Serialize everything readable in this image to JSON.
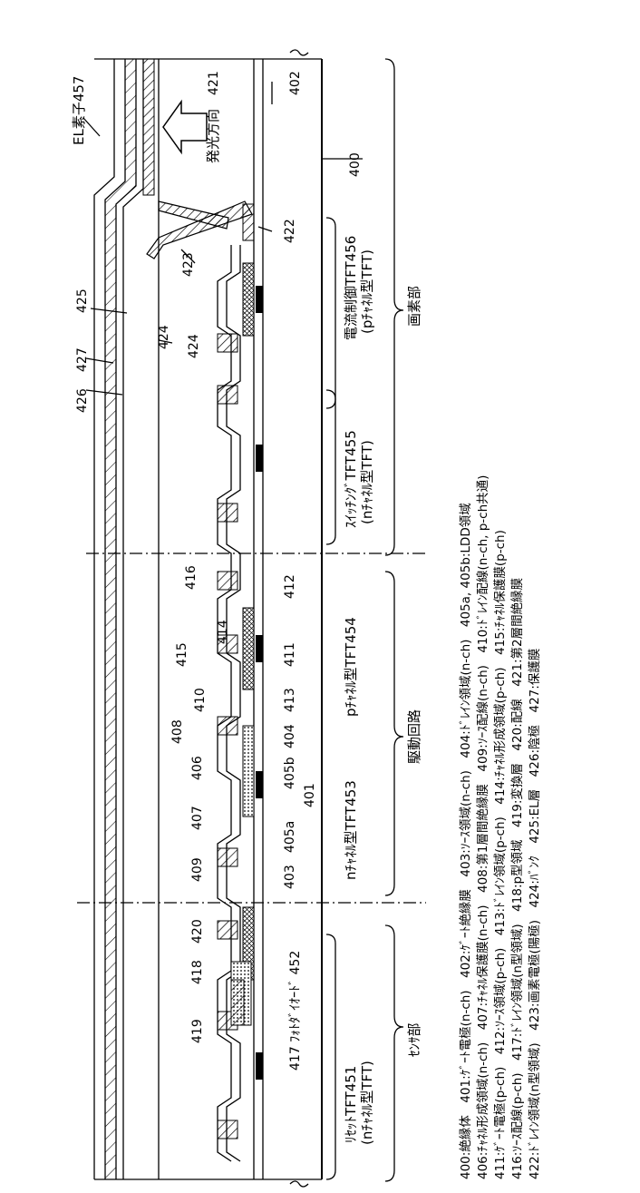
{
  "labels": {
    "el_element": "EL素子457",
    "emission": "発光方向",
    "n421": "421",
    "n402": "402",
    "n400": "400",
    "n422": "422",
    "n423": "423",
    "n424": "424",
    "n425": "425",
    "n426": "426",
    "n427": "427",
    "n408": "408",
    "n406": "406",
    "n407": "407",
    "n409": "409",
    "n410": "410",
    "n414": "414",
    "n415": "415",
    "n416": "416",
    "n418": "418",
    "n419": "419",
    "n420": "420",
    "n412": "412",
    "n411": "411",
    "n413": "413",
    "n403": "403",
    "n405a": "405a",
    "n405b": "405b",
    "n404": "404",
    "n401": "401",
    "photodiode": "417 ﾌｫﾄﾀﾞｲｵｰﾄﾞ 452"
  },
  "tft_labels": {
    "tft456_a": "電流制御TFT456",
    "tft456_b": "(pﾁｬﾈﾙ型TFT)",
    "tft455_a": "ｽｲｯﾁﾝｸﾞTFT455",
    "tft455_b": "(nﾁｬﾈﾙ型TFT)",
    "tft454": "pﾁｬﾈﾙ型TFT454",
    "tft453": "nﾁｬﾈﾙ型TFT453",
    "tft451_a": "ﾘｾｯﾄTFT451",
    "tft451_b": "(nﾁｬﾈﾙ型TFT)"
  },
  "sections": {
    "pixel": "画素部",
    "driver": "駆動回路",
    "sensor": "ｾﾝｻ部"
  },
  "legend": [
    "400:絶縁体　401:ｹﾞｰﾄ電極(n-ch)　402:ｹﾞｰﾄ絶縁膜　403:ｿｰｽ領域(n-ch)　404:ﾄﾞﾚｲﾝ領域(n-ch)　405a, 405b:LDD領域",
    "406:ﾁｬﾈﾙ形成領域(n-ch)　407:ﾁｬﾈﾙ保護膜(n-ch)　408:第1層間絶縁膜　409:ｿｰｽ配線(n-ch)　410:ﾄﾞﾚｲﾝ配線(n-ch, p-ch共通)",
    "411:ｹﾞｰﾄ電極(p-ch)　412:ｿｰｽ領域(p-ch)　413:ﾄﾞﾚｲﾝ領域(p-ch)　414:ﾁｬﾈﾙ形成領域(p-ch)　415:ﾁｬﾈﾙ保護膜(p-ch)",
    "416:ｿｰｽ配線(p-ch)　417:ﾄﾞﾚｲﾝ領域(n型領域)　418:p型領域　419:変換層　420:配線　421:第2層間絶縁膜",
    "422:ﾄﾞﾚｲﾝ領域(n型領域)　423:画素電極(陽極)　424:ﾊﾞﾝｸ　425:EL層　426:陰極　427:保護膜"
  ]
}
